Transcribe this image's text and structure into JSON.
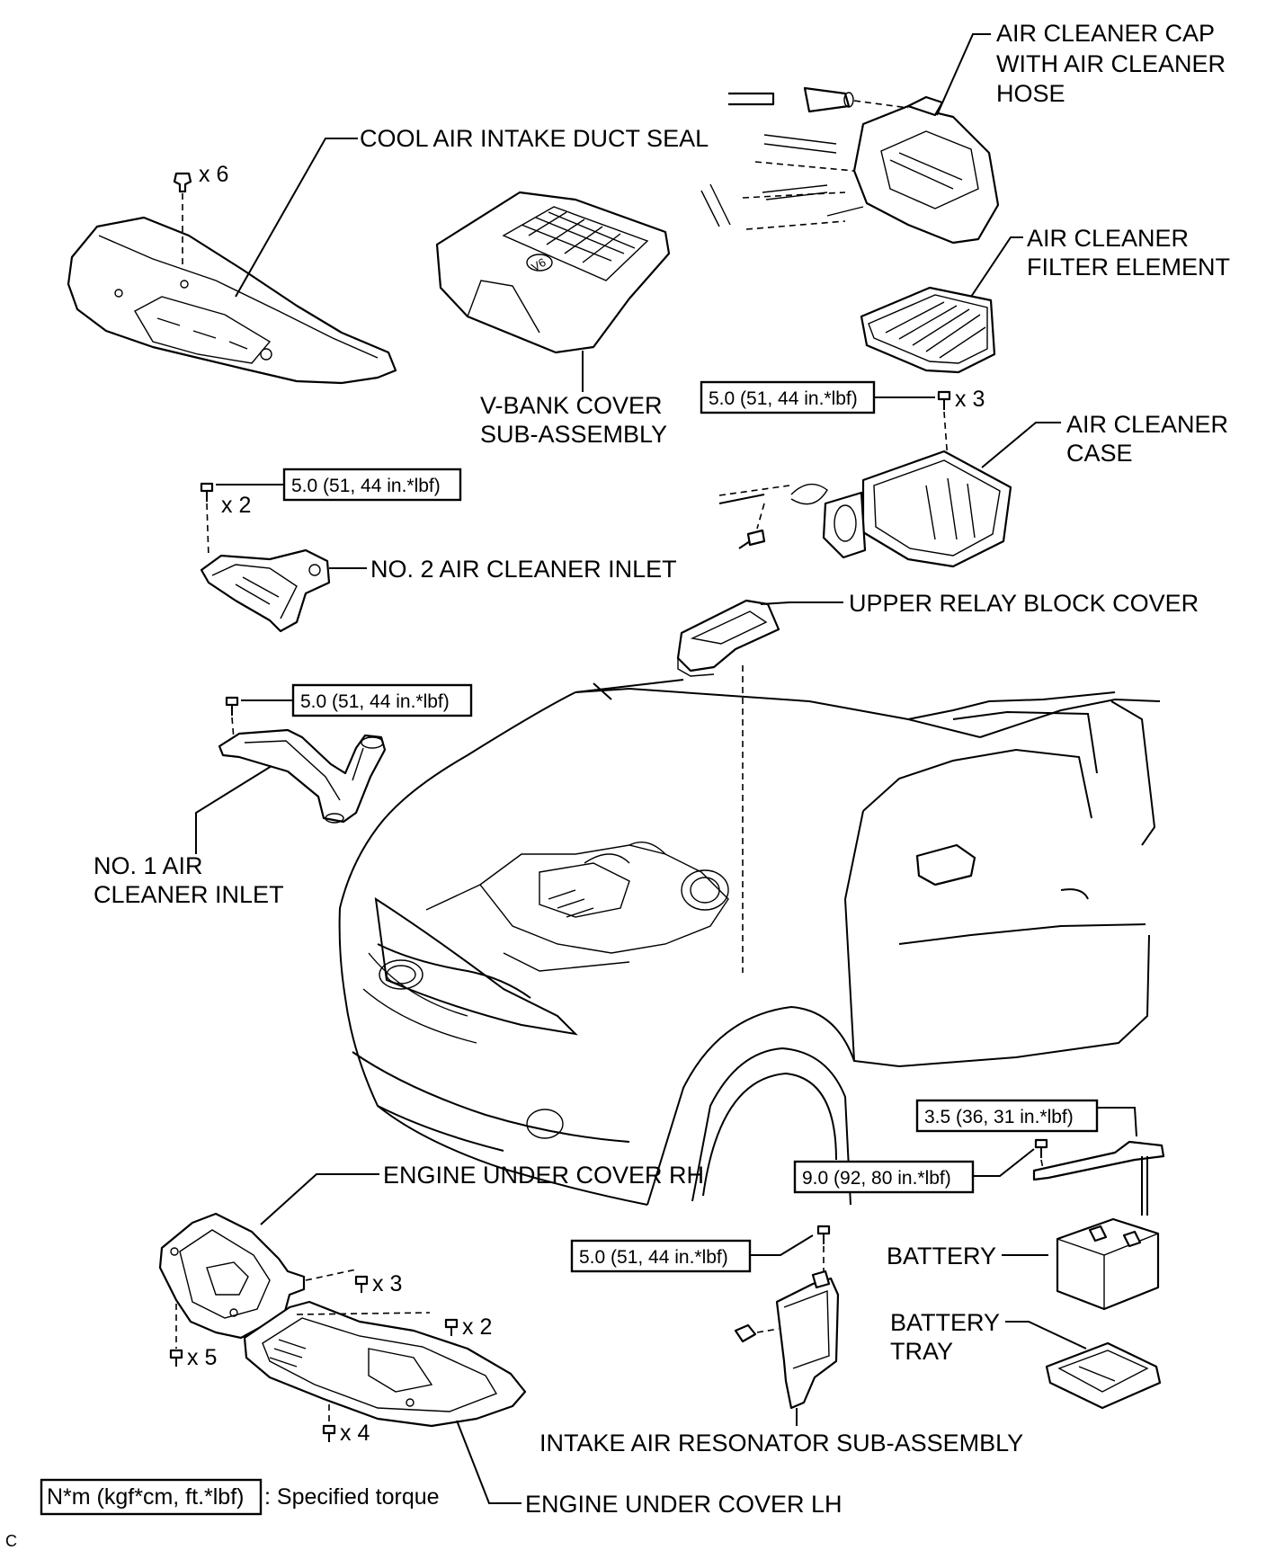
{
  "labels": {
    "air_cleaner_cap": [
      "AIR CLEANER CAP",
      "WITH AIR CLEANER",
      "HOSE"
    ],
    "cool_air_intake_duct_seal": "COOL AIR INTAKE DUCT SEAL",
    "air_cleaner_filter_element": [
      "AIR CLEANER",
      "FILTER ELEMENT"
    ],
    "v_bank_cover": [
      "V-BANK COVER",
      "SUB-ASSEMBLY"
    ],
    "air_cleaner_case": [
      "AIR CLEANER",
      "CASE"
    ],
    "no2_air_cleaner_inlet": "NO. 2 AIR CLEANER INLET",
    "upper_relay_block_cover": "UPPER RELAY BLOCK COVER",
    "no1_air_cleaner_inlet": [
      "NO. 1 AIR",
      "CLEANER INLET"
    ],
    "engine_under_cover_rh": "ENGINE UNDER COVER RH",
    "battery": "BATTERY",
    "battery_tray": [
      "BATTERY",
      "TRAY"
    ],
    "intake_air_resonator": "INTAKE AIR RESONATOR SUB-ASSEMBLY",
    "engine_under_cover_lh": "ENGINE UNDER COVER LH"
  },
  "torques": {
    "air_cleaner_case": "5.0 (51, 44 in.*lbf)",
    "no2_inlet": "5.0 (51, 44 in.*lbf)",
    "no1_inlet": "5.0 (51, 44 in.*lbf)",
    "battery_clamp": "3.5 (36, 31 in.*lbf)",
    "battery_bracket": "9.0 (92, 80 in.*lbf)",
    "resonator": "5.0 (51, 44 in.*lbf)"
  },
  "quantities": {
    "duct_seal_clips": "x 6",
    "air_cleaner_case_bolts": "x 3",
    "no2_inlet_bolts": "x 2",
    "under_cover_rh_bolts": "x 3",
    "under_cover_center_bolts": "x 2",
    "under_cover_rh_clips": "x 5",
    "under_cover_lh_bolts": "x 4"
  },
  "legend": {
    "unit_box": "N*m (kgf*cm, ft.*lbf)",
    "text": ": Specified torque"
  },
  "figure_code": "C"
}
